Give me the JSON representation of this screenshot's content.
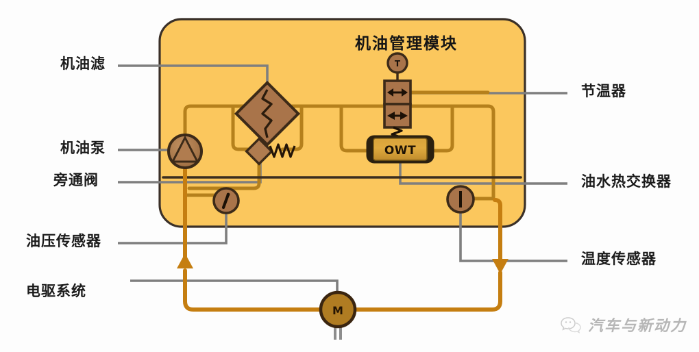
{
  "diagram": {
    "title": "机油管理模块",
    "module_fill": "#fbc75d",
    "module_stroke": "#3a3028",
    "pipe_color": "#b5801c",
    "flow_color": "#c57e11",
    "leader_color": "#7a7a7a",
    "component_fill": "#b07c4f",
    "component_stroke": "#3c2a18"
  },
  "labels": {
    "left": [
      {
        "id": "oil-filter",
        "text": "机油滤"
      },
      {
        "id": "oil-pump",
        "text": "机油泵"
      },
      {
        "id": "bypass-valve",
        "text": "旁通阀"
      },
      {
        "id": "oil-pressure-sensor",
        "text": "油压传感器"
      },
      {
        "id": "electric-drive-system",
        "text": "电驱系统"
      }
    ],
    "right": [
      {
        "id": "thermostat",
        "text": "节温器"
      },
      {
        "id": "oil-water-heat-exchanger",
        "text": "油水热交换器"
      },
      {
        "id": "temperature-sensor",
        "text": "温度传感器"
      }
    ]
  },
  "components": {
    "heat_exchanger_label": "OWT",
    "thermostat_sensor_label": "T",
    "motor_label": "M"
  },
  "watermark": {
    "text": "汽车与新动力"
  }
}
